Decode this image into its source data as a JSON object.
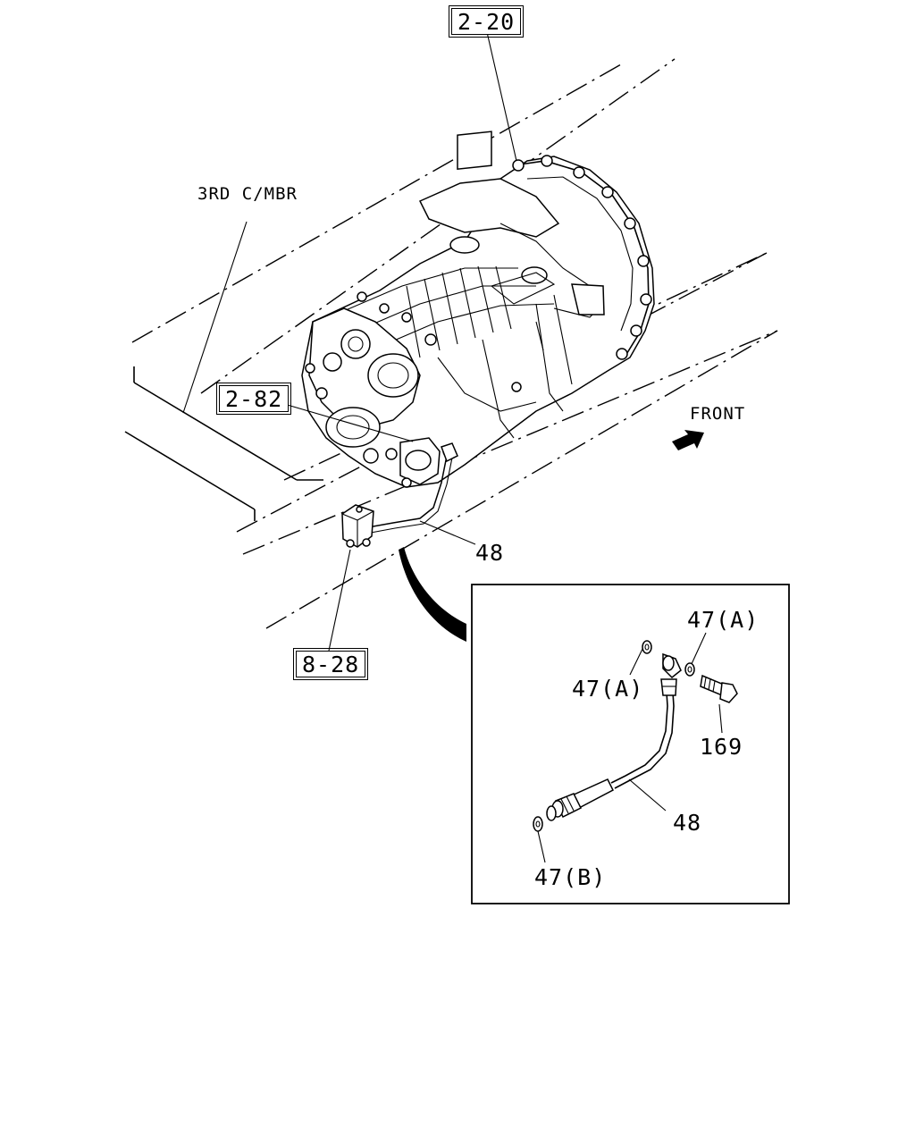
{
  "labels": {
    "ref_2_20": "2-20",
    "ref_2_82": "2-82",
    "ref_8_28": "8-28",
    "member": "3RD C/MBR",
    "front": "FRONT",
    "hose_main": "48",
    "detail_washer_top": "47(A)",
    "detail_washer_left": "47(A)",
    "detail_bolt": "169",
    "detail_hose": "48",
    "detail_washer_bottom": "47(B)"
  }
}
